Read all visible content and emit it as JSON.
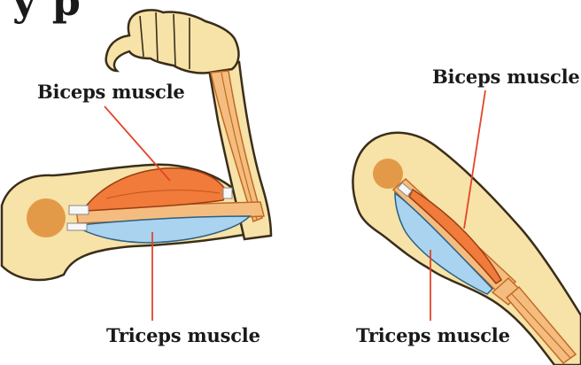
{
  "title_fragment": "y            p",
  "left_diagram": {
    "biceps_label": "Biceps muscle",
    "triceps_label": "Triceps muscle"
  },
  "right_diagram": {
    "biceps_label": "Biceps muscle",
    "triceps_label": "Triceps muscle"
  },
  "colors": {
    "skin": "#f7e2a8",
    "skin_outline": "#3a2e1a",
    "bone": "#f4bd7f",
    "bone_outline": "#c06a22",
    "biceps": "#f07b3a",
    "triceps": "#a9d3ee",
    "leader_line": "#e2452a",
    "shoulder_joint": "#e39a48"
  }
}
